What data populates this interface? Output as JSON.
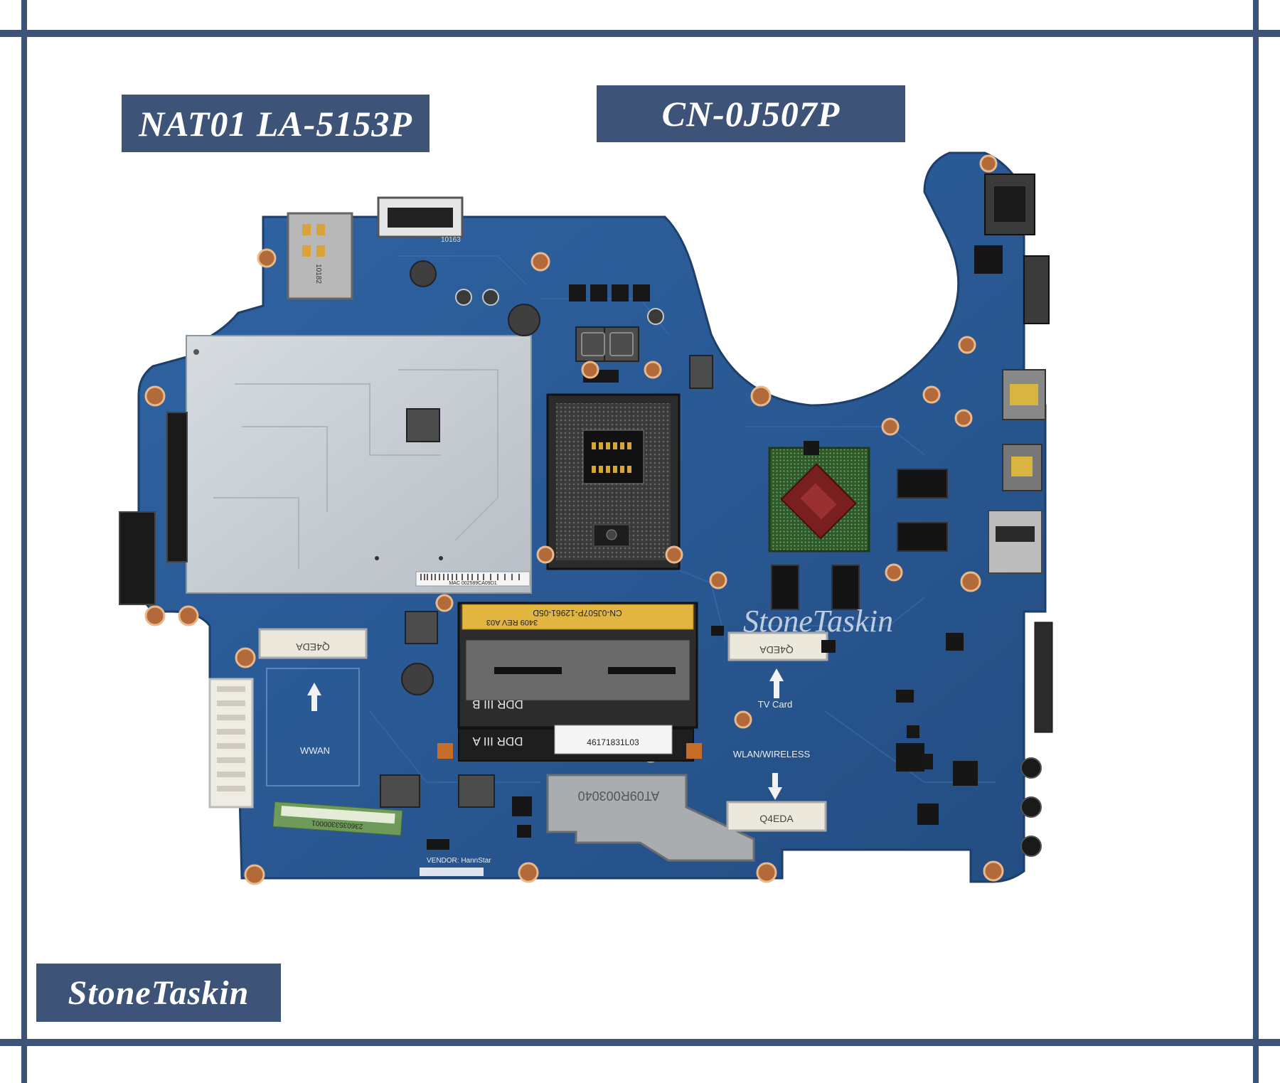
{
  "labels": {
    "model": "NAT01 LA-5153P",
    "part_number": "CN-0J507P",
    "brand": "StoneTaskin"
  },
  "watermark": "StoneTaskin",
  "board": {
    "ram_slot_b": "DDR III B",
    "ram_slot_a": "DDR III A",
    "ram_sticker_top": "CN-0J507P-12961-05D",
    "ram_sticker_rev": "3409   REV A03",
    "sticker_mid": "46171831L03",
    "heatsink_text": "AT09R003040",
    "mac_sticker": "MAC 002589CA09D1",
    "serial_sticker": "2360353300001",
    "vendor_label": "VENDOR: HannStar",
    "wwan_label": "WWAN",
    "tvcard_label": "TV Card",
    "wlan_label": "WLAN/WIRELESS",
    "connector_label": "Q4EDA",
    "jack_labels": [
      "10182",
      "10163"
    ]
  },
  "colors": {
    "frame": "#3d5478",
    "pcb": "#2d5c97",
    "pcb_dark": "#1f4473",
    "shield": "#c5ccd2"
  }
}
